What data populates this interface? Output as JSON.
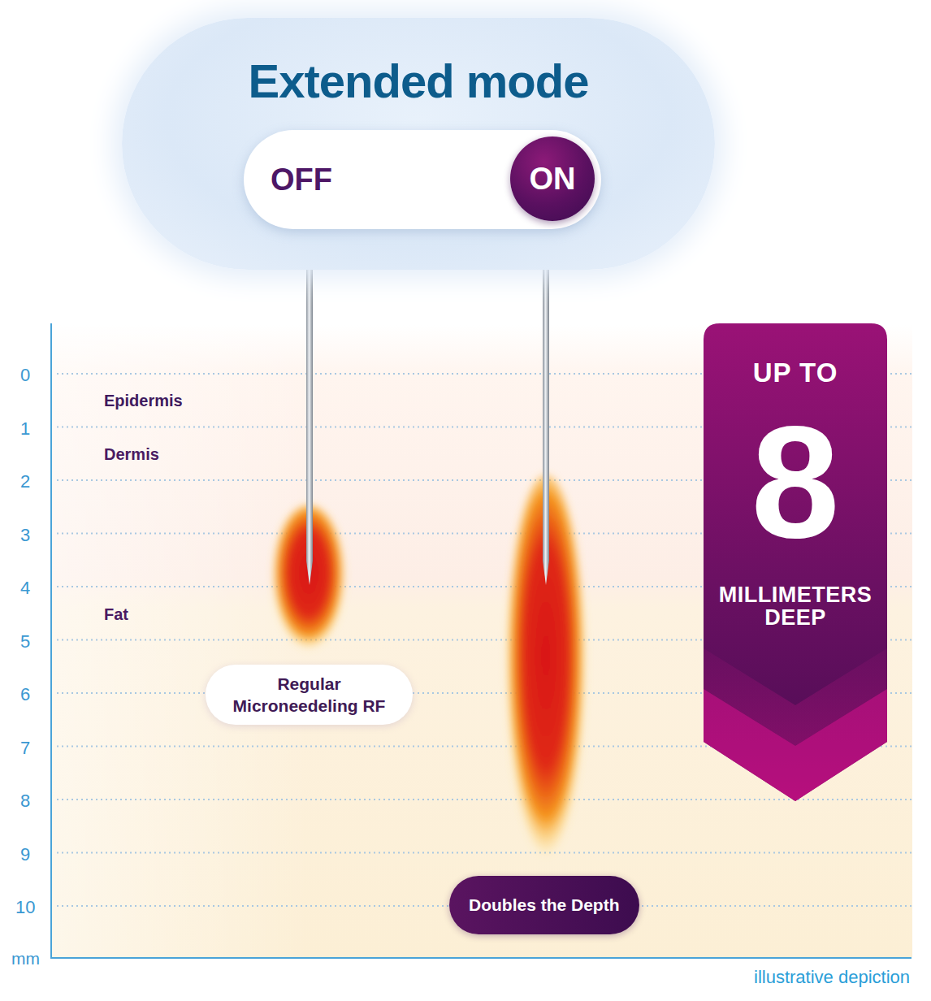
{
  "diagram": {
    "nodes": [
      {
        "text": [
          "Extended mode"
        ]
      },
      {
        "text": [
          "OFF"
        ],
        "in": 0
      },
      {
        "text": [
          "ON"
        ],
        "in": 1
      },
      {
        "text": [
          "Regular Microneedeling RF"
        ]
      },
      {
        "text": [
          "Doubles the Depth"
        ]
      },
      {
        "text": [
          "UP TO",
          "8",
          "MILLIMETERS DEEP"
        ]
      }
    ],
    "labels": [
      "0",
      "1",
      "2",
      "3",
      "4",
      "5",
      "6",
      "7",
      "8",
      "9",
      "10",
      "mm",
      "Epidermis",
      "Dermis",
      "Fat",
      "illustrative depiction"
    ]
  }
}
